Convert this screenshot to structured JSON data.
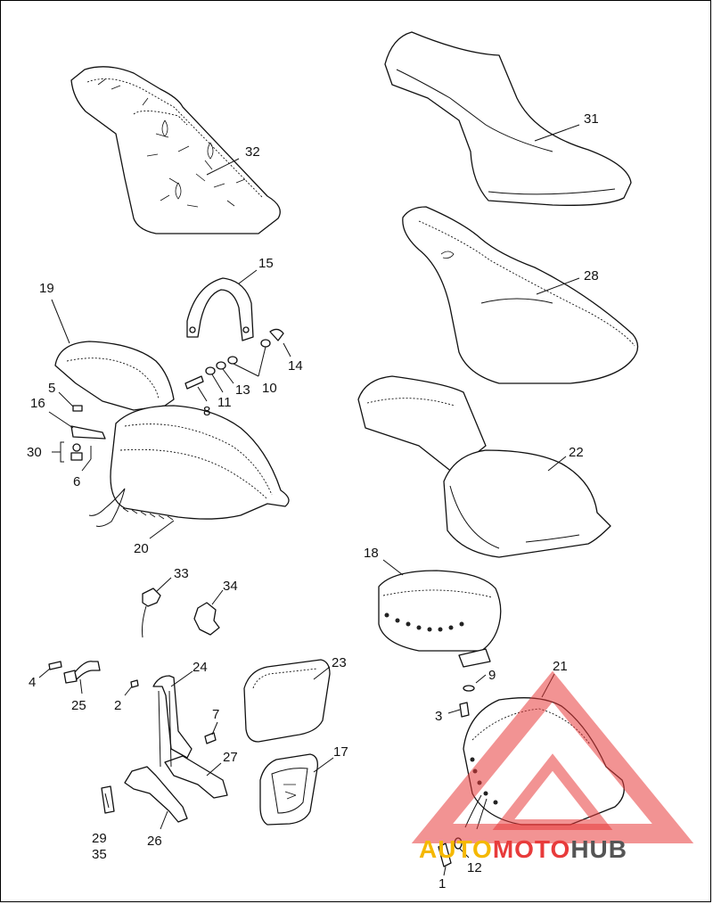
{
  "callouts": {
    "c1": "1",
    "c2": "2",
    "c3": "3",
    "c4": "4",
    "c5": "5",
    "c6": "6",
    "c7": "7",
    "c8": "8",
    "c9": "9",
    "c10": "10",
    "c11": "11",
    "c12": "12",
    "c13": "13",
    "c14": "14",
    "c15": "15",
    "c16": "16",
    "c17": "17",
    "c18": "18",
    "c19": "19",
    "c20": "20",
    "c21": "21",
    "c22": "22",
    "c23": "23",
    "c24": "24",
    "c25": "25",
    "c26": "26",
    "c27": "27",
    "c28": "28",
    "c29_35": [
      "29",
      "35"
    ],
    "c30": "30",
    "c31": "31",
    "c32": "32",
    "c33": "33",
    "c34": "34"
  },
  "watermark": {
    "word_part1": "AUTO",
    "word_part2": "MOTO",
    "word_part3": "HUB",
    "colors": {
      "part1": "#f5b800",
      "part2": "#e83b3b",
      "part3": "#555555"
    }
  },
  "colors": {
    "line": "#111111",
    "watermark_triangle": "#e83b3b"
  }
}
